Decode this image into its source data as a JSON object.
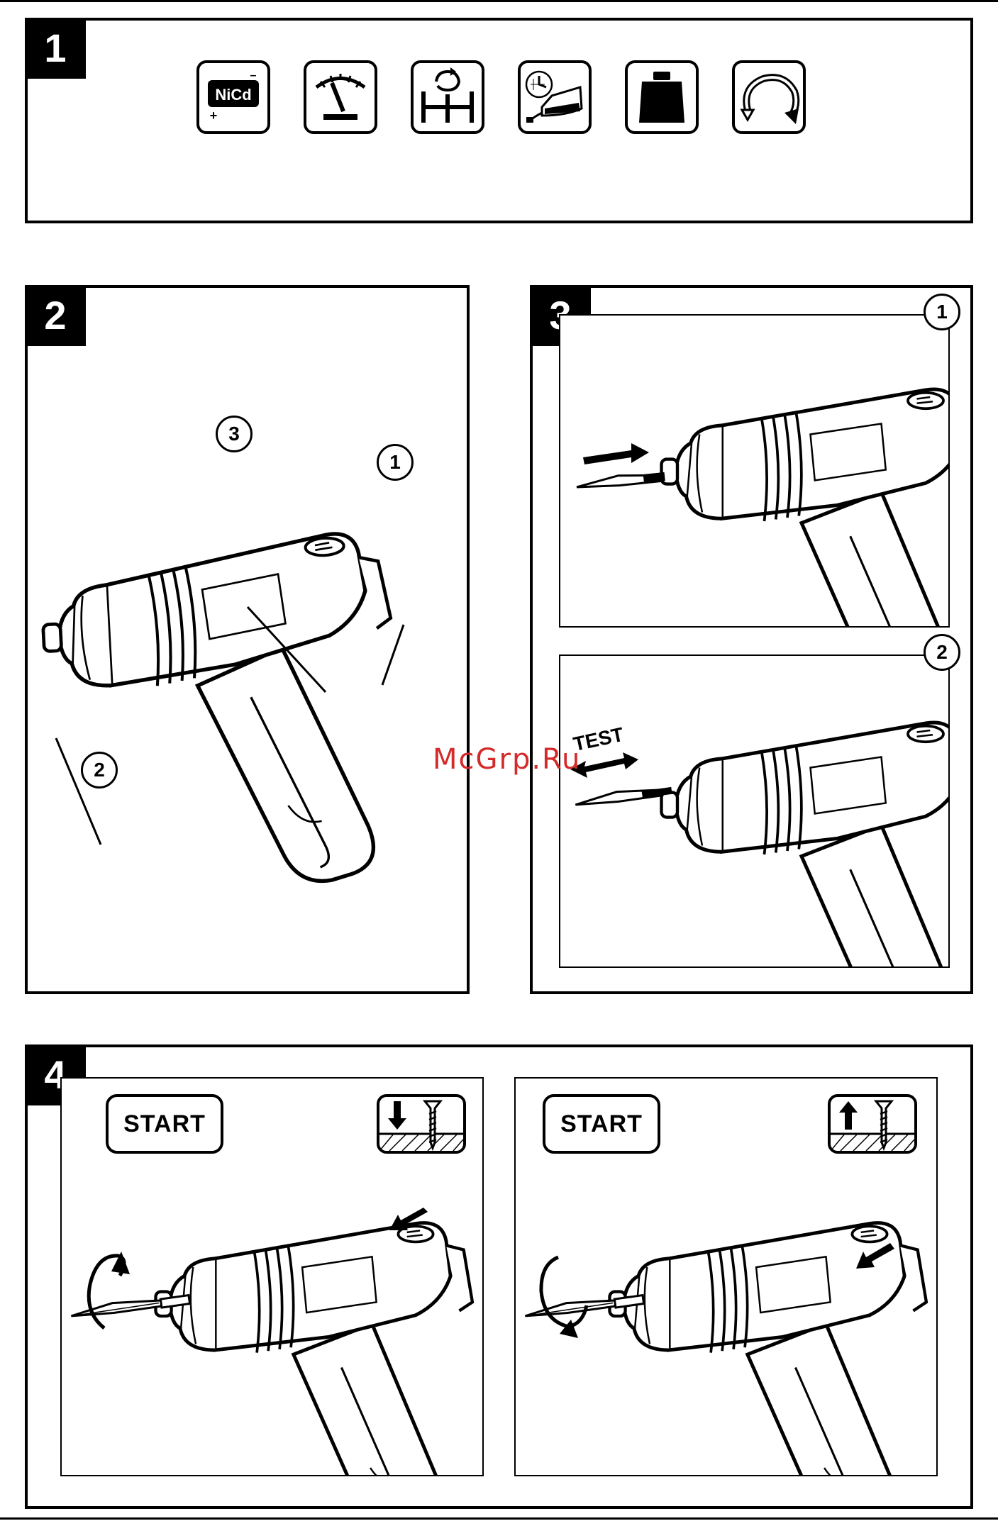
{
  "panels": {
    "p1": {
      "number": "1"
    },
    "p2": {
      "number": "2",
      "callouts": [
        "1",
        "2",
        "3"
      ]
    },
    "p3": {
      "number": "3",
      "subframes": [
        "1",
        "2"
      ],
      "test_label": "TEST"
    },
    "p4": {
      "number": "4",
      "left_button": "START",
      "right_button": "START"
    }
  },
  "icons": [
    {
      "name": "nicd-battery-icon",
      "label": "NiCd",
      "minus": "–",
      "plus": "+"
    },
    {
      "name": "torque-gauge-icon"
    },
    {
      "name": "spindle-rotation-icon"
    },
    {
      "name": "charging-time-icon"
    },
    {
      "name": "weight-icon"
    },
    {
      "name": "reverse-rotation-icon"
    }
  ],
  "watermark": "McGrp.Ru"
}
